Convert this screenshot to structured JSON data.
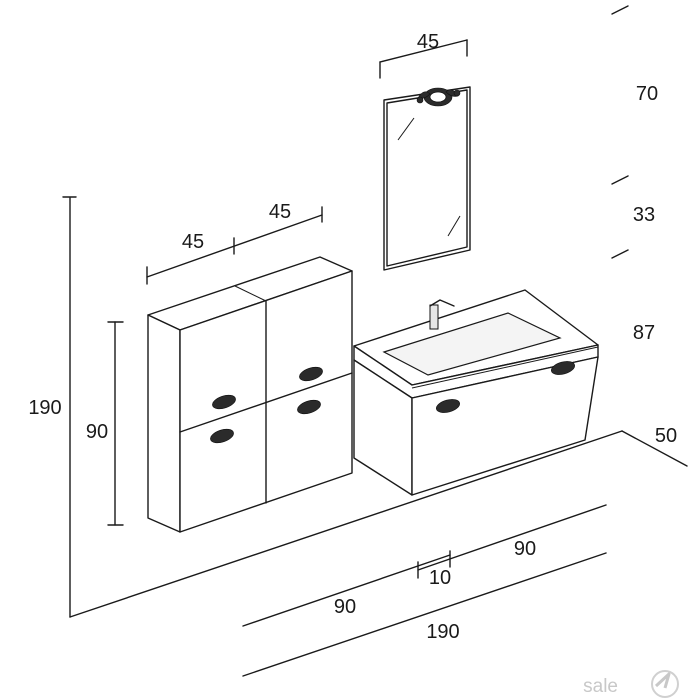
{
  "dimensions": {
    "mirror_width": "45",
    "mirror_top_height": "70",
    "mirror_gap_height": "33",
    "vanity_height": "87",
    "depth": "50",
    "cabinet_width_left": "45",
    "cabinet_width_right": "45",
    "cabinet_height": "90",
    "total_height": "190",
    "vanity_width": "90",
    "gap_width": "10",
    "cabinet_base_width": "90",
    "total_width": "190"
  },
  "watermark": {
    "text": "sale"
  }
}
